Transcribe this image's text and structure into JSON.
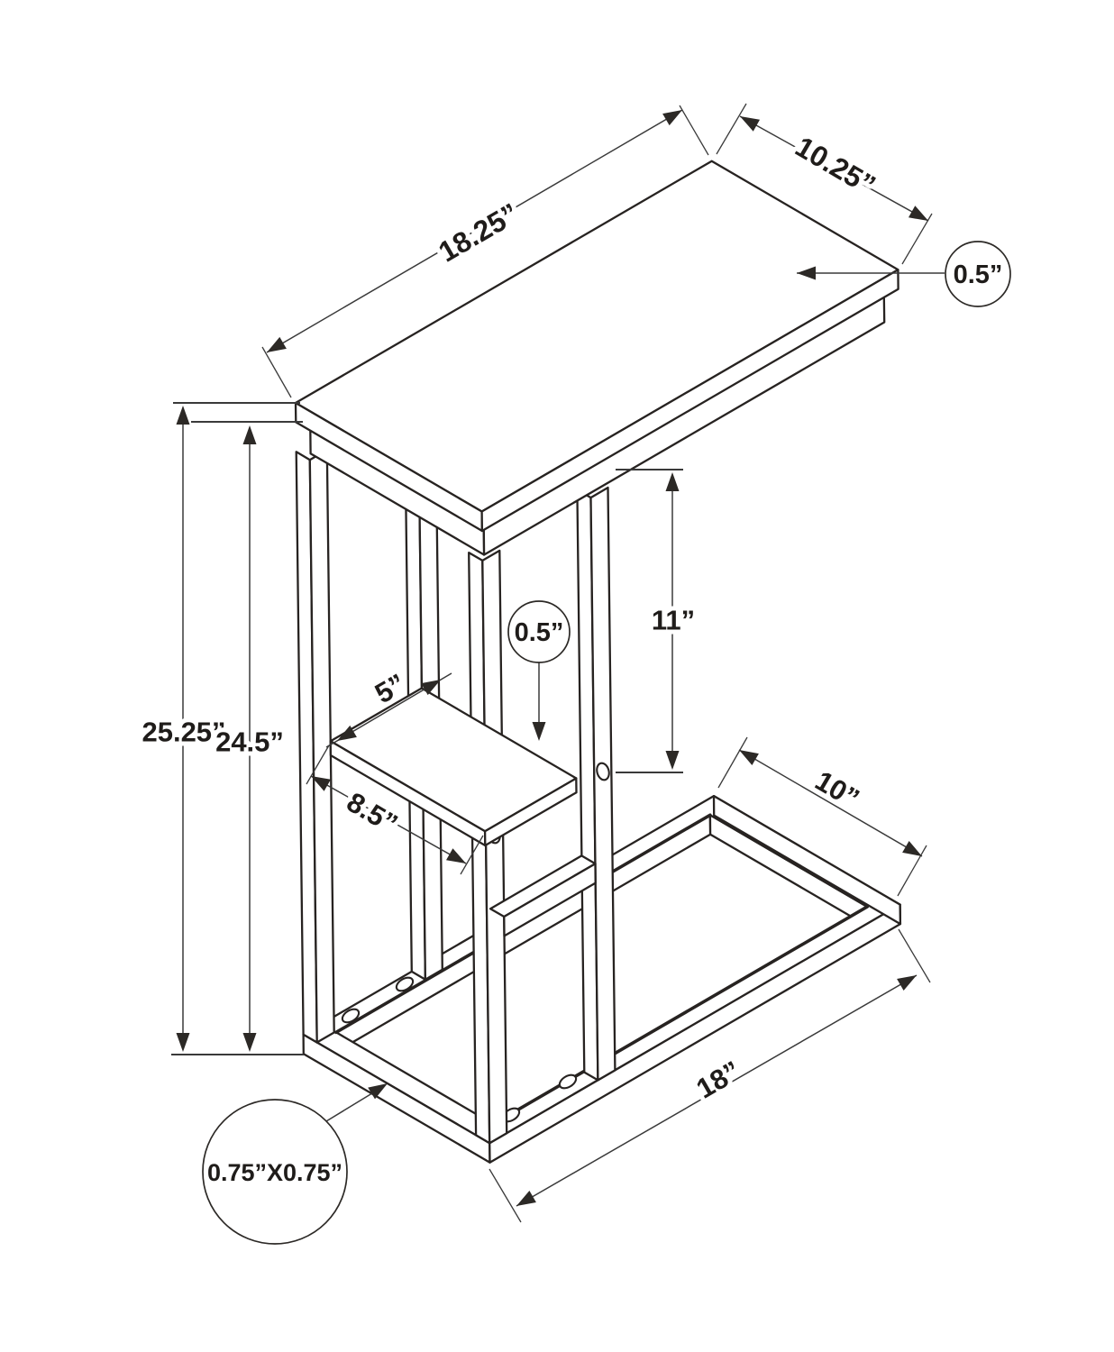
{
  "drawing": {
    "background": "#ffffff",
    "line_color": "#272321",
    "dim_color": "#3a3a3a"
  },
  "annotations": {
    "top_length": "18.25”",
    "top_depth": "10.25”",
    "top_thickness": "0.5”",
    "overall_height": "25.25”",
    "underside_height": "24.5”",
    "opening_height": "11”",
    "shelf_width": "5”",
    "shelf_depth": "8.5”",
    "shelf_thickness": "0.5”",
    "base_depth": "10”",
    "base_length": "18”",
    "frame_tube": "0.75”X0.75”"
  }
}
